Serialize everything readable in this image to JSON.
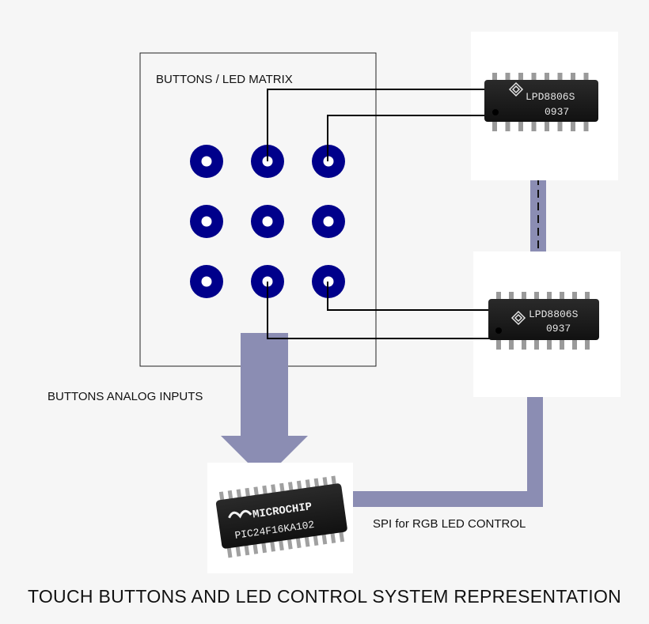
{
  "matrix": {
    "title": "BUTTONS / LED MATRIX",
    "rows": 3,
    "cols": 3
  },
  "chips": {
    "driver_top": {
      "part": "LPD8806S",
      "code": "0937"
    },
    "driver_bottom": {
      "part": "LPD8806S",
      "code": "0937"
    },
    "mcu": {
      "brand": "MICROCHIP",
      "part": "PIC24F16KA102"
    }
  },
  "labels": {
    "analog_inputs": "BUTTONS ANALOG INPUTS",
    "spi": "SPI for RGB LED CONTROL",
    "footer_title": "TOUCH BUTTONS AND LED CONTROL SYSTEM REPRESENTATION"
  },
  "colors": {
    "background": "#f6f6f6",
    "button_ring": "#00008b",
    "arrow_fill": "#8b8db3",
    "chip_body": "#1b1b1b",
    "wire": "#000000"
  }
}
